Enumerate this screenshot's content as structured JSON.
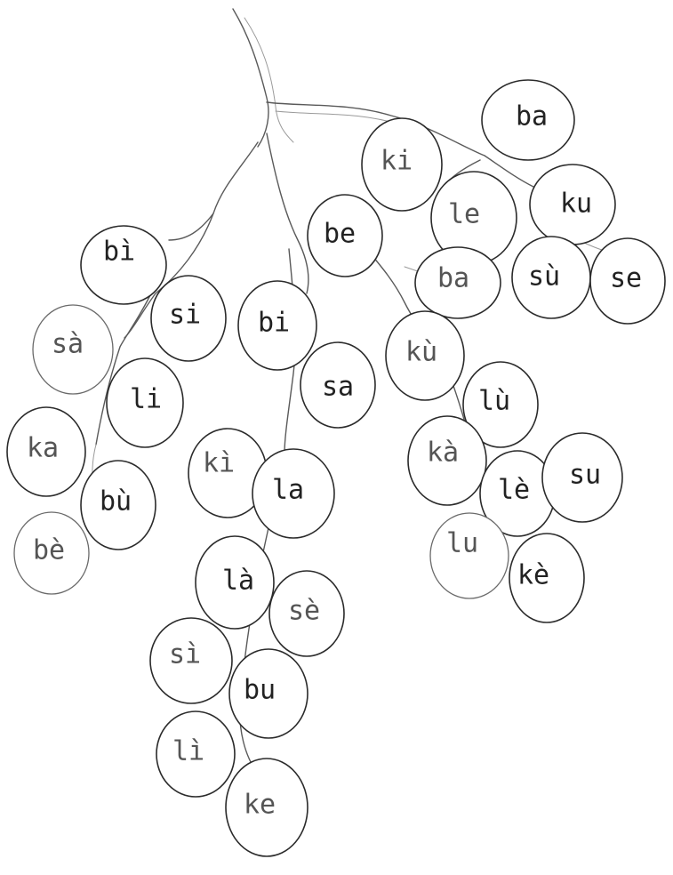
{
  "syllables": {
    "ba_top": "ba",
    "ki_top": "ki",
    "le": "le",
    "ku": "ku",
    "be_top": "be",
    "ba_mid": "ba",
    "su_grave": "sù",
    "se": "se",
    "bi_grave": "bì",
    "si": "si",
    "sa_grave": "sà",
    "li": "li",
    "ka": "ka",
    "bu_grave": "bù",
    "be_grave": "bè",
    "bi": "bi",
    "sa": "sa",
    "ki_grave": "kì",
    "la": "la",
    "la_grave": "là",
    "se_grave": "sè",
    "si_grave": "sì",
    "bu": "bu",
    "li_grave": "lì",
    "ke": "ke",
    "ku_grave": "kù",
    "lu_grave": "lù",
    "ka_grave": "kà",
    "le_grave": "lè",
    "su": "su",
    "lu": "lu",
    "ke_grave": "kè"
  }
}
